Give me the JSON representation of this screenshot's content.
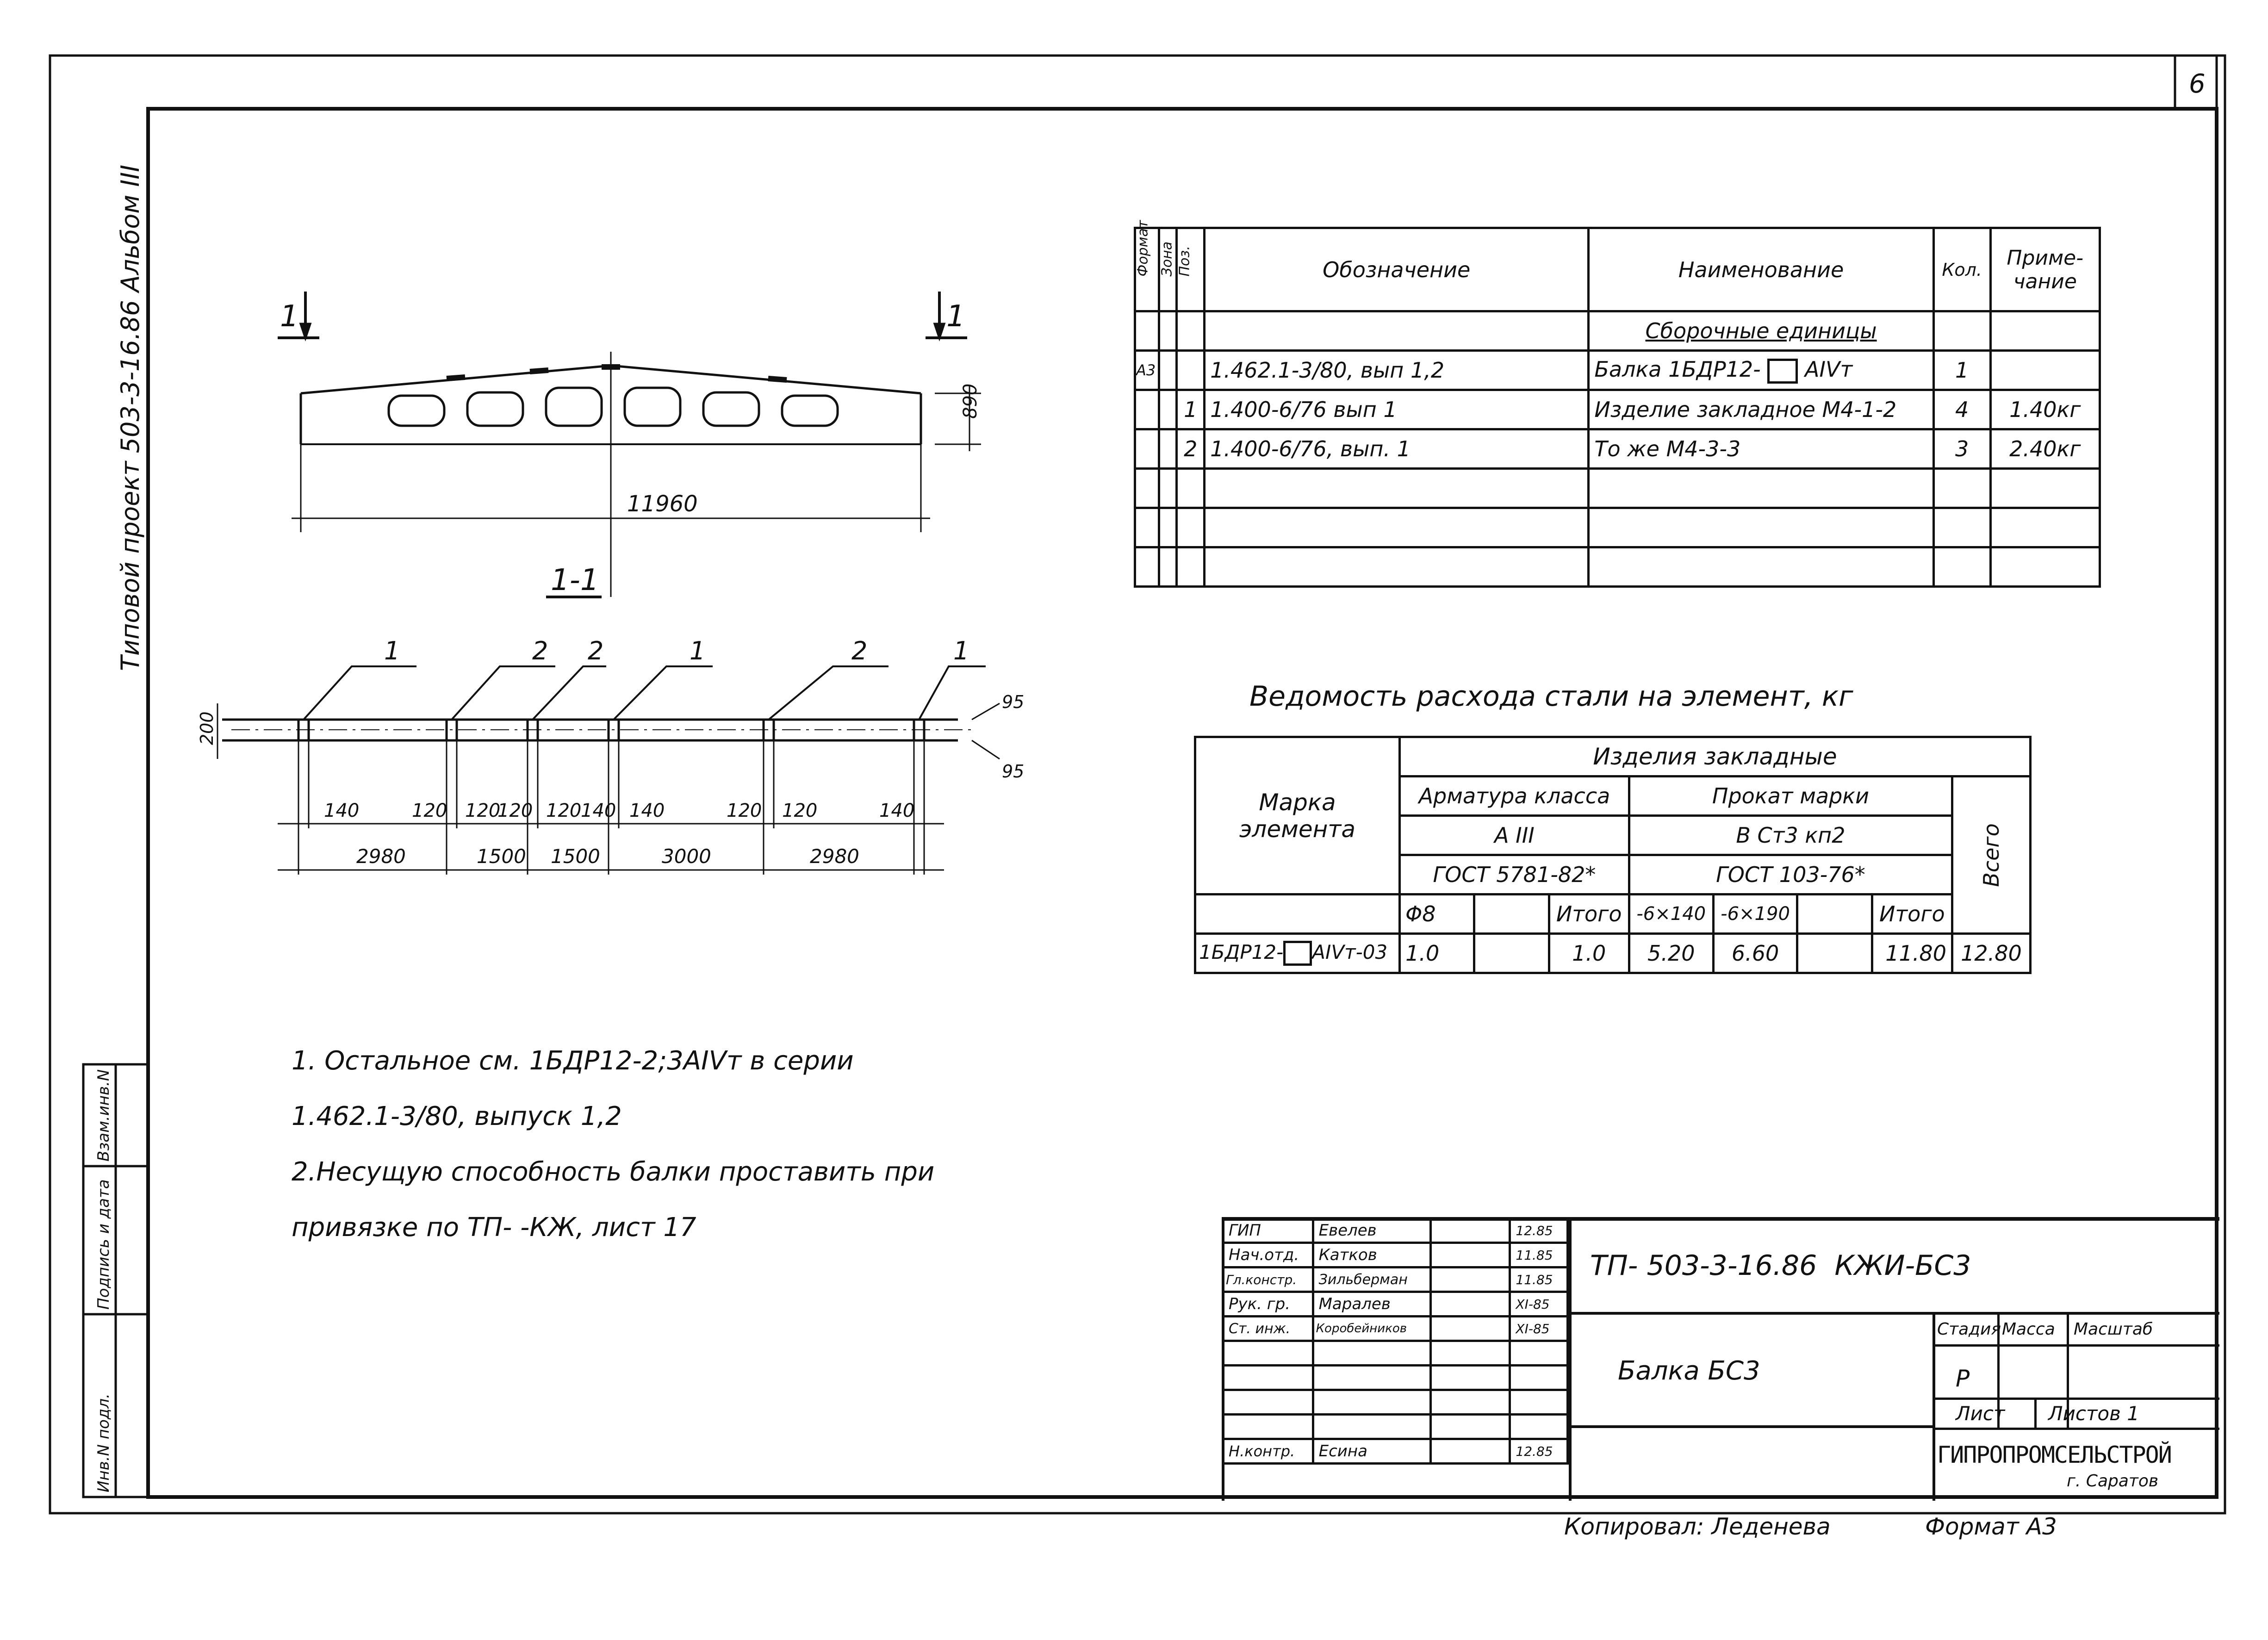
{
  "sheet_number": "6",
  "side_title": "Типовой проект 503-3-16.86 Альбом III",
  "side_stamp": [
    "Инв.N подл.",
    "Подпись и дата",
    "Взам.инв.N"
  ],
  "drawing": {
    "section_mark": "1",
    "section_title": "1-1",
    "beam_length": "11960",
    "beam_height": "890",
    "section_height": "200",
    "section_right": "95",
    "callouts": [
      "1",
      "2",
      "2",
      "1",
      "2",
      "1"
    ],
    "dims_top": [
      "140",
      "120",
      "120",
      "120",
      "120",
      "140",
      "140",
      "120",
      "120",
      "140"
    ],
    "dims_bottom": [
      "2980",
      "1500",
      "1500",
      "3000",
      "2980"
    ]
  },
  "spec_table": {
    "headers": {
      "format": "Формат",
      "zone": "Зона",
      "pos": "Поз.",
      "designation": "Обозначение",
      "name": "Наименование",
      "qty": "Кол.",
      "note": "Приме- чание"
    },
    "section": "Сборочные единицы",
    "rows": [
      {
        "format": "А3",
        "pos": "",
        "designation": "1.462.1-3/80, вып 1,2",
        "name": "Балка 1БДР12-",
        "name_suffix": "АIVт",
        "qty": "1",
        "note": ""
      },
      {
        "format": "",
        "pos": "1",
        "designation": "1.400-6/76 вып 1",
        "name": "Изделие закладное М4-1-2",
        "name_suffix": "",
        "qty": "4",
        "note": "1.40кг"
      },
      {
        "format": "",
        "pos": "2",
        "designation": "1.400-6/76, вып. 1",
        "name": "То же М4-3-3",
        "name_suffix": "",
        "qty": "3",
        "note": "2.40кг"
      }
    ]
  },
  "steel_table": {
    "title": "Ведомость расхода стали на элемент, кг",
    "group": "Изделия закладные",
    "mark_header": "Марка элемента",
    "rebar_class": "Арматура класса",
    "rebar_grade": "А III",
    "rebar_gost": "ГОСТ 5781-82*",
    "rolled_header": "Прокат марки",
    "rolled_grade": "В Ст3 кп2",
    "rolled_gost": "ГОСТ 103-76*",
    "total_header": "Всего",
    "col_d8": "Φ8",
    "col_total": "Итого",
    "col_6x140": "-6×140",
    "col_6x190": "-6×190",
    "row": {
      "mark": "1БДР12-",
      "mark_suffix": "АIVт-03",
      "d8": "1.0",
      "rebar_total": "1.0",
      "p140": "5.20",
      "p190": "6.60",
      "rolled_total": "11.80",
      "all_total": "12.80"
    }
  },
  "notes": [
    "1. Остальное см. 1БДР12-2;3АIVт в серии",
    "1.462.1-3/80, выпуск 1,2",
    "2.Несущую способность балки проставить при",
    "привязке по ТП- -КЖ, лист 17"
  ],
  "title_block": {
    "staff": [
      {
        "role": "ГИП",
        "name": "Евелев",
        "date": "12.85"
      },
      {
        "role": "Нач.отд.",
        "name": "Катков",
        "date": "11.85"
      },
      {
        "role": "Гл.констр.",
        "name": "Зильберман",
        "date": "11.85"
      },
      {
        "role": "Рук. гр.",
        "name": "Маралев",
        "date": "XI-85"
      },
      {
        "role": "Ст. инж.",
        "name": "Коробейников",
        "date": "XI-85"
      },
      {
        "role": "Н.контр.",
        "name": "Есина",
        "date": "12.85"
      }
    ],
    "code": "ТП- 503-3-16.86  КЖИ-БС3",
    "item": "Балка БС3",
    "stage_h": "Стадия",
    "mass_h": "Масса",
    "scale_h": "Масштаб",
    "stage": "Р",
    "sheet_h": "Лист",
    "sheets_h": "Листов 1",
    "org": "ГИПРОПРОМСЕЛЬСТРОЙ",
    "city": "г. Саратов"
  },
  "footer": {
    "copied": "Копировал: Леденева",
    "format": "Формат А3"
  }
}
